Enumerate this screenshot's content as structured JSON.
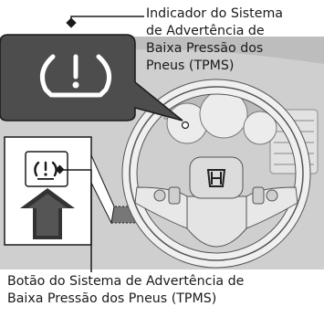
{
  "captions": {
    "indicator_line1": "Indicador do Sistema",
    "indicator_line2": "de Advertência de",
    "indicator_line3": "Baixa Pressão dos",
    "indicator_line4": "Pneus (TPMS)",
    "button_line1": "Botão do Sistema de Advertência de",
    "button_line2": "Baixa Pressão dos Pneus (TPMS)"
  },
  "icons": {
    "tpms_indicator": "tpms-warning-icon",
    "tpms_button": "tpms-button-icon",
    "press_arrow": "press-arrow-icon",
    "brand_logo": "brand-logo-icon"
  },
  "colors": {
    "callout_bg": "#4d4d4d",
    "dashboard": "#cfcfcf",
    "wheel": "#e6e6e6",
    "outline": "#1a1a1a"
  }
}
